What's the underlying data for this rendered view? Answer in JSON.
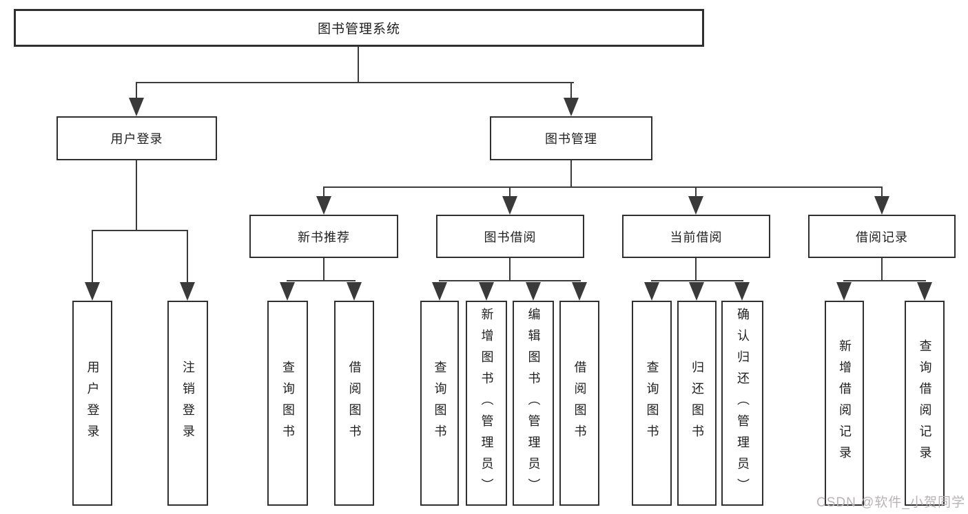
{
  "root": {
    "label": "图书管理系统"
  },
  "level2": [
    {
      "label": "用户登录"
    },
    {
      "label": "图书管理"
    }
  ],
  "level3": [
    {
      "label": "新书推荐"
    },
    {
      "label": "图书借阅"
    },
    {
      "label": "当前借阅"
    },
    {
      "label": "借阅记录"
    }
  ],
  "leaves": {
    "login": [
      "用户登录",
      "注销登录"
    ],
    "newbooks": [
      "查询图书",
      "借阅图书"
    ],
    "borrow": [
      "查询图书",
      "新增图书（管理员）",
      "编辑图书（管理员）",
      "借阅图书"
    ],
    "current": [
      "查询图书",
      "归还图书",
      "确认归还（管理员）"
    ],
    "records": [
      "新增借阅记录",
      "查询借阅记录"
    ]
  },
  "watermark": "CSDN @软件_小贺同学",
  "colors": {
    "line": "#3a3a3a",
    "box_border": "#2f2f2f",
    "text": "#1f1f1f",
    "watermark": "#b9b3b6",
    "background": "#ffffff"
  }
}
